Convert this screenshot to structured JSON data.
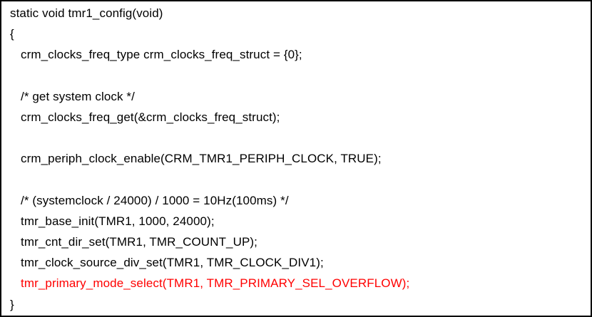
{
  "code_block": {
    "language": "c",
    "function_name": "tmr1_config",
    "colors": {
      "background": "#ffffff",
      "border": "#000000",
      "text": "#000000",
      "highlight": "#ff0000"
    },
    "lines": [
      {
        "text": "static void tmr1_config(void)",
        "indent": 0,
        "highlight": false
      },
      {
        "text": "{",
        "indent": 0,
        "highlight": false
      },
      {
        "text": "crm_clocks_freq_type crm_clocks_freq_struct = {0};",
        "indent": 1,
        "highlight": false
      },
      {
        "text": "",
        "indent": 0,
        "highlight": false
      },
      {
        "text": "/* get system clock */",
        "indent": 1,
        "highlight": false
      },
      {
        "text": "crm_clocks_freq_get(&crm_clocks_freq_struct);",
        "indent": 1,
        "highlight": false
      },
      {
        "text": "",
        "indent": 0,
        "highlight": false
      },
      {
        "text": "crm_periph_clock_enable(CRM_TMR1_PERIPH_CLOCK, TRUE);",
        "indent": 1,
        "highlight": false
      },
      {
        "text": "",
        "indent": 0,
        "highlight": false
      },
      {
        "text": "/* (systemclock / 24000) / 1000 = 10Hz(100ms) */",
        "indent": 1,
        "highlight": false
      },
      {
        "text": "tmr_base_init(TMR1, 1000, 24000);",
        "indent": 1,
        "highlight": false
      },
      {
        "text": "tmr_cnt_dir_set(TMR1, TMR_COUNT_UP);",
        "indent": 1,
        "highlight": false
      },
      {
        "text": "tmr_clock_source_div_set(TMR1, TMR_CLOCK_DIV1);",
        "indent": 1,
        "highlight": false
      },
      {
        "text": "tmr_primary_mode_select(TMR1, TMR_PRIMARY_SEL_OVERFLOW);",
        "indent": 1,
        "highlight": true
      },
      {
        "text": "}",
        "indent": 0,
        "highlight": false
      }
    ]
  }
}
